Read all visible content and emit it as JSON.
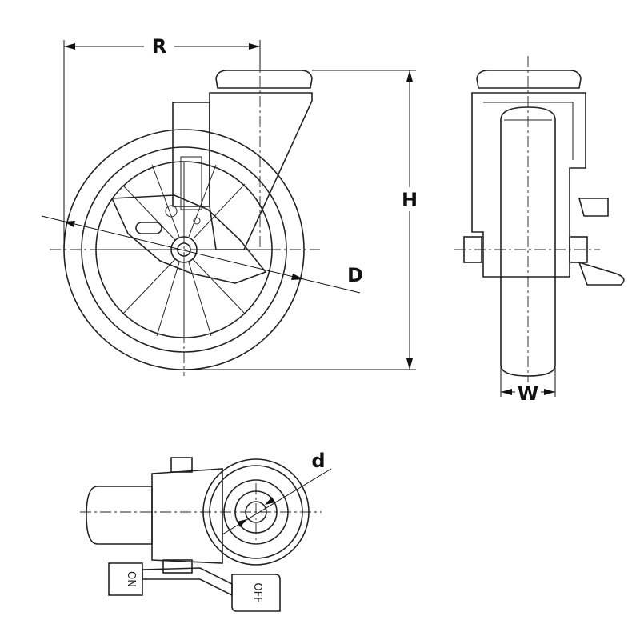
{
  "dimensions": {
    "radius_label": "R",
    "height_label": "H",
    "wheel_diameter_label": "D",
    "width_label": "W",
    "bolt_hole_label": "d"
  },
  "brake_labels": {
    "on": "ON",
    "off": "OFF"
  },
  "colors": {
    "line": "#222222",
    "background": "#ffffff"
  }
}
